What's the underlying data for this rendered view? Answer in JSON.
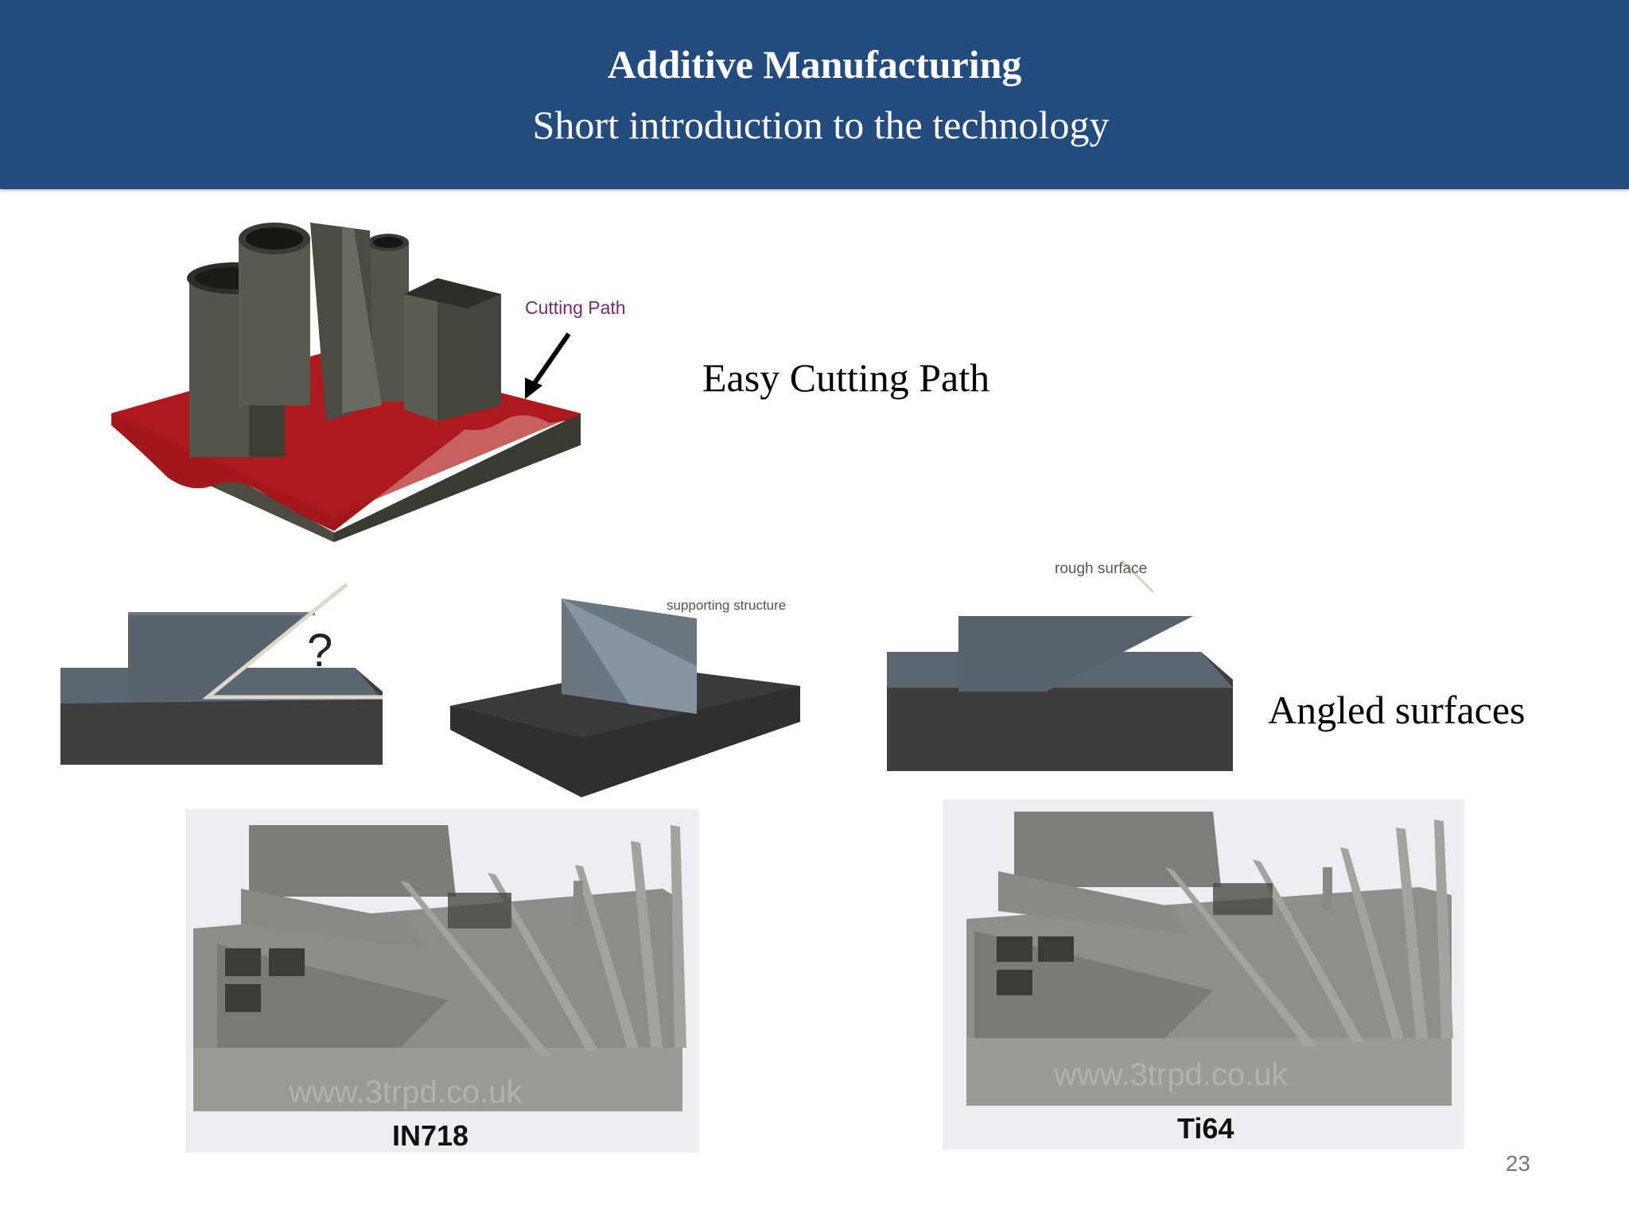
{
  "header": {
    "title": "Additive Manufacturing",
    "subtitle": "Short introduction to the technology"
  },
  "figures": {
    "cutting_path": {
      "annotation": "Cutting Path"
    },
    "angled_2": {
      "annotation": "supporting structure"
    },
    "angled_3": {
      "annotation": "rough surface"
    },
    "angled_1": {
      "annotation": "?"
    },
    "photo_left": {
      "label": "IN718",
      "watermark": "www.3trpd.co.uk"
    },
    "photo_right": {
      "label": "Ti64",
      "watermark": "www.3trpd.co.uk"
    }
  },
  "labels": {
    "easy_cutting_path": "Easy Cutting Path",
    "angled_surfaces": "Angled surfaces"
  },
  "slide_number": "23",
  "colors": {
    "header_bg": "#234b7d",
    "build_plate_red": "#a3171b",
    "metal_dark": "#4a4a44"
  }
}
